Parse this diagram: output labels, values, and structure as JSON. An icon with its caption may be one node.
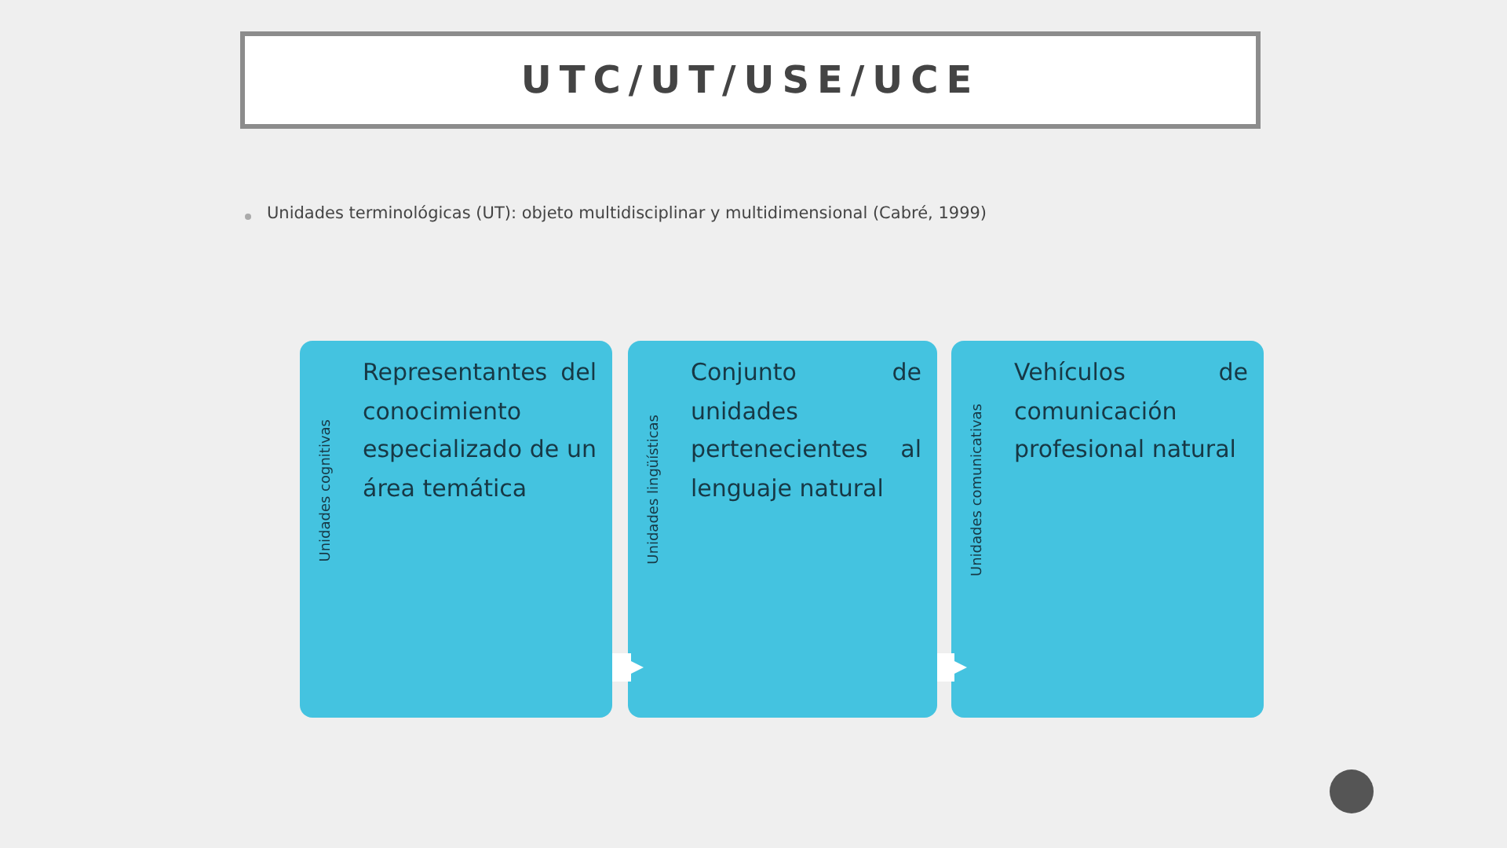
{
  "diagram": {
    "title": "UTC/UT/USE/UCE",
    "nodes": [
      {
        "text": [
          "Unidades cognitivas",
          "Representantes del conocimiento especializado de un área temática"
        ]
      },
      {
        "text": [
          "Unidades lingüísticas",
          "Conjunto de unidades pertenecientes al lenguaje natural"
        ]
      },
      {
        "text": [
          "Unidades comunicativas",
          "Vehículos de comunicación profesional natural"
        ]
      }
    ],
    "edges": [
      {
        "from": 0,
        "to": 1,
        "arrow": "to"
      },
      {
        "from": 1,
        "to": 2,
        "arrow": "to"
      }
    ],
    "labels": [
      "Unidades terminológicas (UT): objeto multidisciplinar y multidimensional (Cabré, 1999)"
    ]
  }
}
